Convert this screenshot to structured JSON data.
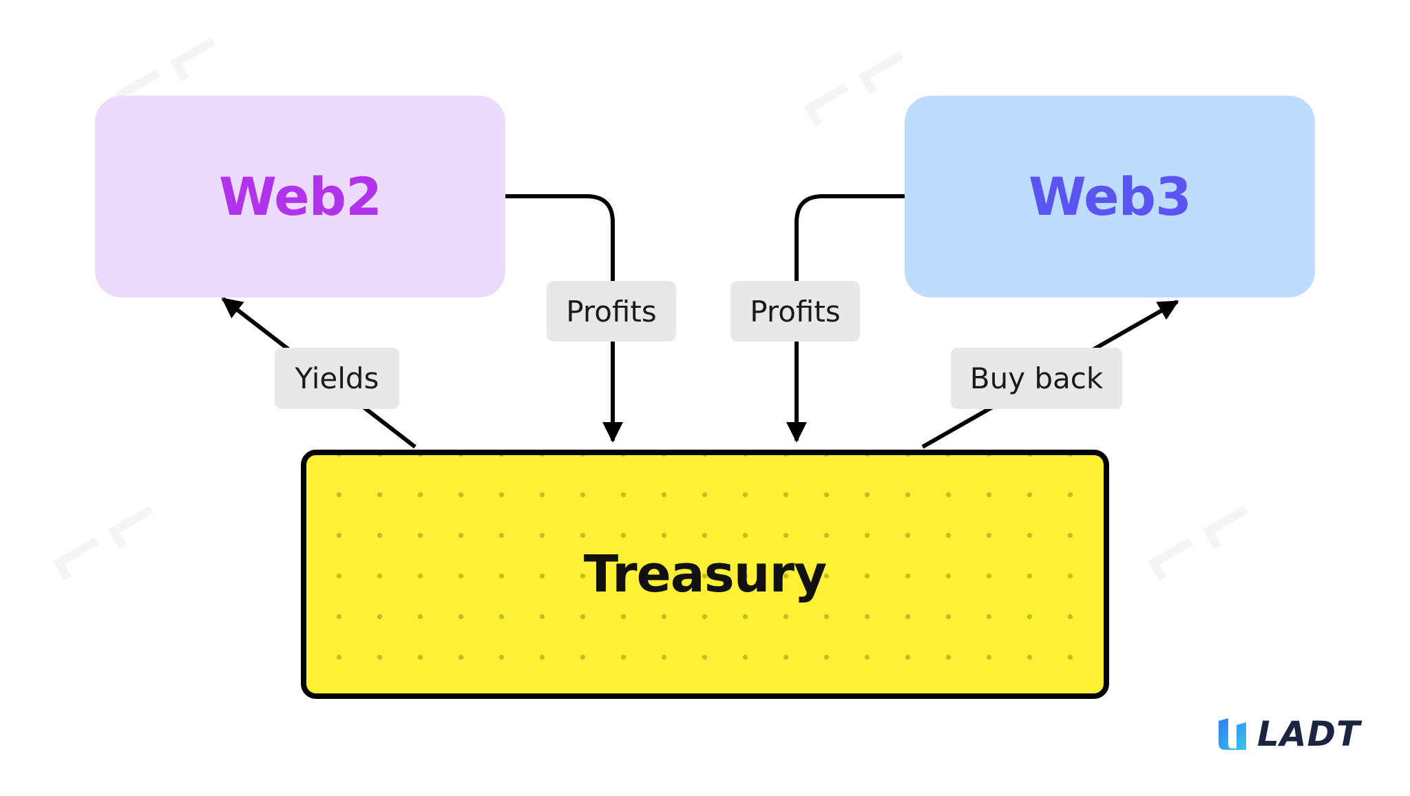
{
  "nodes": {
    "web2": {
      "label": "Web2",
      "fill": "#ecdcfb",
      "text_color": "#b133ec"
    },
    "web3": {
      "label": "Web3",
      "fill": "#bedcfd",
      "text_color": "#5a55f0"
    },
    "treasury": {
      "label": "Treasury",
      "fill": "#fcf135",
      "border": "#000000"
    }
  },
  "edges": {
    "web2_to_treasury": {
      "label": "Profits"
    },
    "web3_to_treasury": {
      "label": "Profits"
    },
    "treasury_to_web2": {
      "label": "Yields"
    },
    "treasury_to_web3": {
      "label": "Buy back"
    }
  },
  "branding": {
    "logo_text": "LADT",
    "logo_colors": [
      "#2f7cf6",
      "#38c6e8"
    ]
  }
}
